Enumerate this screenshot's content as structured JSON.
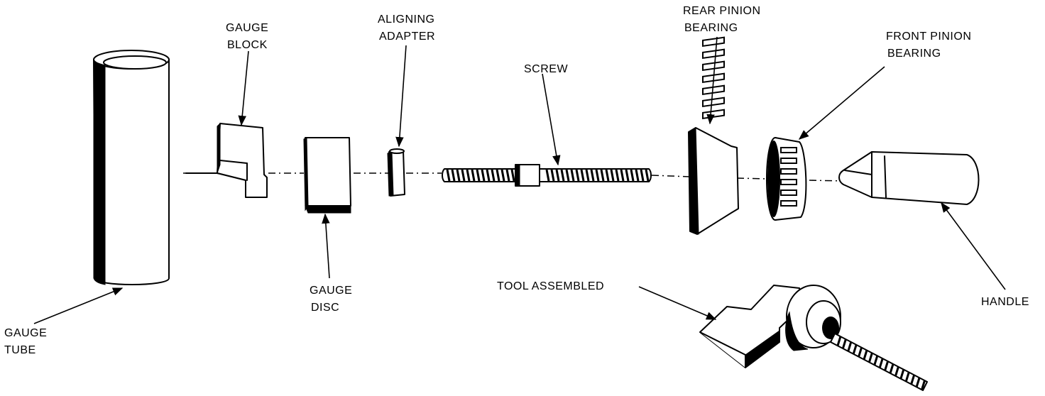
{
  "labels": {
    "gauge_tube": [
      "GAUGE",
      "TUBE"
    ],
    "gauge_block": [
      "GAUGE",
      "BLOCK"
    ],
    "gauge_disc": [
      "GAUGE",
      "DISC"
    ],
    "aligning_adapter": [
      "ALIGNING",
      "ADAPTER"
    ],
    "screw": "SCREW",
    "rear_pinion_bearing": [
      "REAR PINION",
      "BEARING"
    ],
    "front_pinion_bearing": [
      "FRONT PINION",
      "BEARING"
    ],
    "handle": "HANDLE",
    "tool_assembled": "TOOL ASSEMBLED"
  }
}
